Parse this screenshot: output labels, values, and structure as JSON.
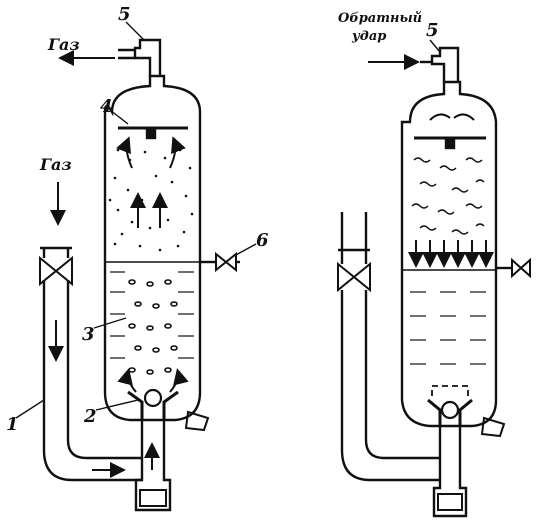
{
  "colors": {
    "ink": "#111111",
    "paper": "#ffffff"
  },
  "left_figure": {
    "gas_out_label": "Газ",
    "gas_in_label": "Газ",
    "labels": {
      "l1": "1",
      "l2": "2",
      "l3": "3",
      "l4": "4",
      "l5": "5",
      "l6": "6"
    }
  },
  "right_figure": {
    "backflash_line1": "Обратный",
    "backflash_line2": "удар",
    "label5": "5"
  }
}
